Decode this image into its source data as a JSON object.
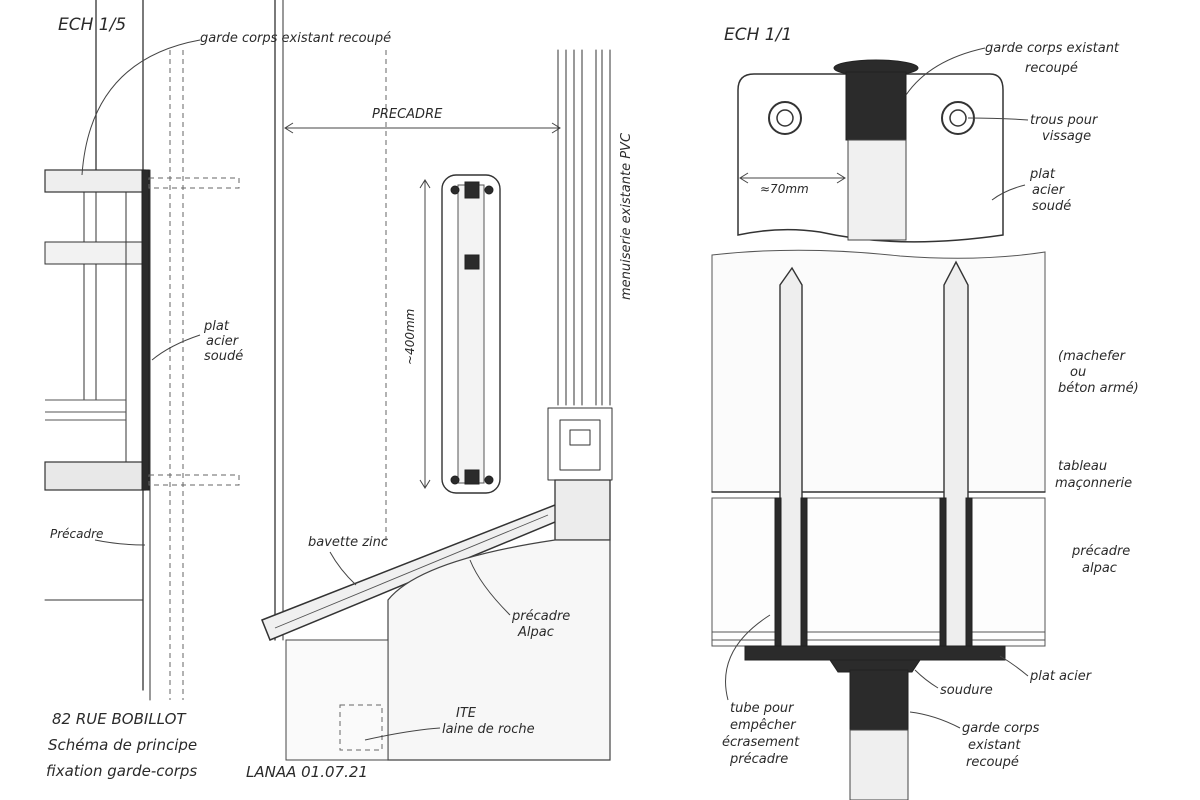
{
  "left": {
    "scale": "ECH 1/5",
    "labels": {
      "garde_corps": "garde corps existant recoupé",
      "precadre_top": "PRECADRE",
      "plat_acier": [
        "plat",
        "acier",
        "soudé"
      ],
      "menuiserie": "menuiserie existante PVC",
      "dimension": "~400mm",
      "precadre_left": "Précadre",
      "bavette": "bavette zinc",
      "precadre_alpac": [
        "précadre",
        "Alpac"
      ],
      "ite": [
        "ITE",
        "laine de roche"
      ]
    },
    "title_block": [
      "82 RUE BOBILLOT",
      "Schéma de principe",
      "fixation garde-corps"
    ],
    "signature": "LANAA 01.07.21"
  },
  "right": {
    "scale": "ECH 1/1",
    "labels": {
      "garde_corps_top": [
        "garde corps existant",
        "recoupé"
      ],
      "trous": [
        "trous pour",
        "vissage"
      ],
      "dim": "≈70mm",
      "plat_acier_soude": [
        "plat",
        "acier",
        "soudé"
      ],
      "machefer": [
        "(machefer",
        "ou",
        "béton armé)"
      ],
      "tableau": [
        "tableau",
        "maçonnerie"
      ],
      "precadre": [
        "précadre",
        "alpac"
      ],
      "plat_acier": "plat acier",
      "soudure": "soudure",
      "tube": [
        "tube pour",
        "empêcher",
        "écrasement",
        "précadre"
      ],
      "garde_corps_bottom": [
        "garde corps",
        "existant",
        "recoupé"
      ]
    }
  }
}
